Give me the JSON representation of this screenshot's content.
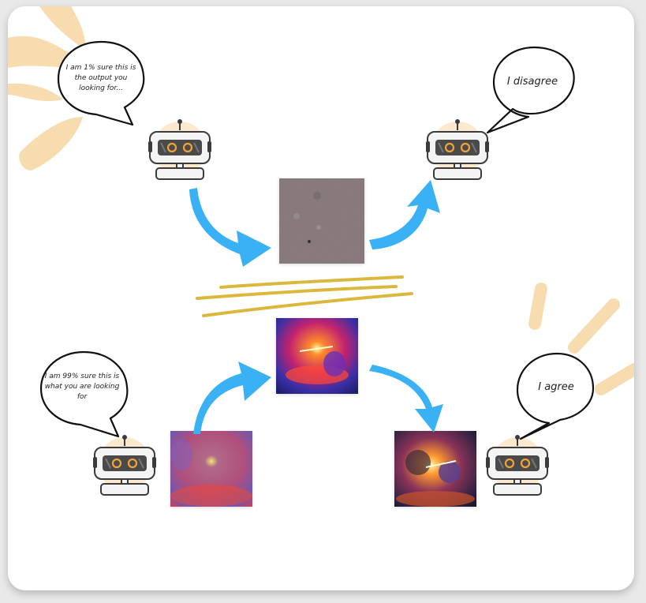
{
  "bubbles": {
    "top_left": "I am 1% sure this is the output you looking for...",
    "top_right": "I disagree",
    "bottom_left": "I am 99% sure this is what you are looking for",
    "bottom_right": "I agree"
  },
  "colors": {
    "arrow": "#3ab0f5",
    "accent_stroke": "#f7dcb0",
    "gold_lines": "#d9b02a",
    "robot_outline": "#3b3b3b",
    "robot_eye": "#f2a33a"
  },
  "icons": [
    "robot-icon",
    "speech-bubble",
    "curved-arrow",
    "equals-divider"
  ]
}
